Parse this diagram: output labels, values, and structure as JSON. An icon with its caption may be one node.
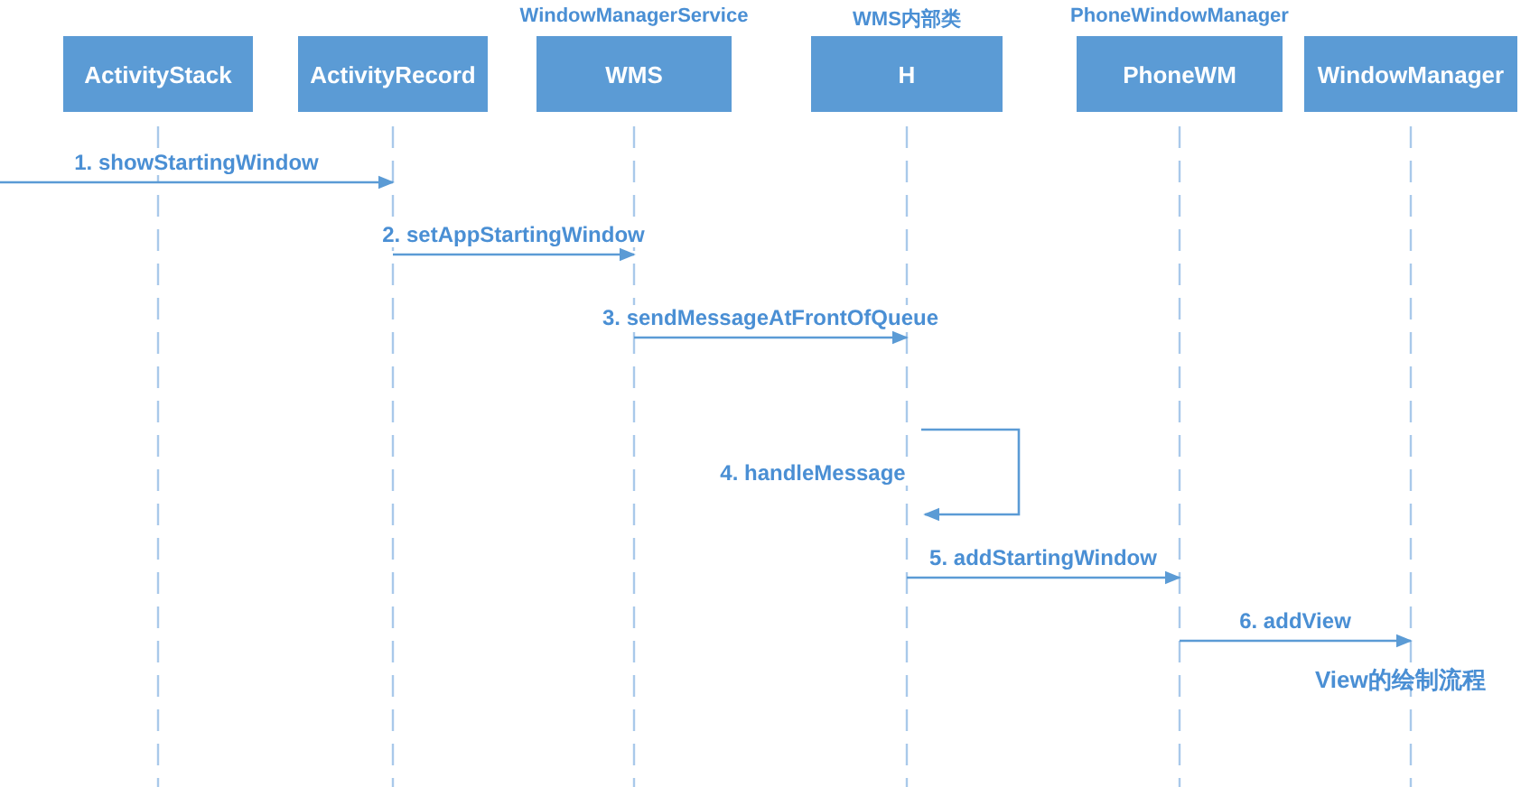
{
  "diagram": {
    "nodes": [
      {
        "text": [
          "ActivityStack"
        ]
      },
      {
        "text": [
          "ActivityRecord"
        ]
      },
      {
        "text": [
          "WMS"
        ],
        "beside": [
          "WindowManagerService"
        ]
      },
      {
        "text": [
          "H"
        ],
        "beside": [
          "WMS内部类"
        ]
      },
      {
        "text": [
          "PhoneWM"
        ],
        "beside": [
          "PhoneWindowManager"
        ]
      },
      {
        "text": [
          "WindowManager"
        ]
      }
    ],
    "edges": [
      {
        "from": null,
        "to": 1,
        "arrow": "to",
        "label": "1. showStartingWindow"
      },
      {
        "from": 1,
        "to": 2,
        "arrow": "to",
        "label": "2. setAppStartingWindow"
      },
      {
        "from": 2,
        "to": 3,
        "arrow": "to",
        "label": "3. sendMessageAtFrontOfQueue"
      },
      {
        "from": 3,
        "to": 3,
        "arrow": "to",
        "label": "4. handleMessage"
      },
      {
        "from": 3,
        "to": 4,
        "arrow": "to",
        "label": "5. addStartingWindow"
      },
      {
        "from": 4,
        "to": 5,
        "arrow": "to",
        "label": "6. addView"
      }
    ],
    "labels": [
      "View的绘制流程"
    ]
  }
}
